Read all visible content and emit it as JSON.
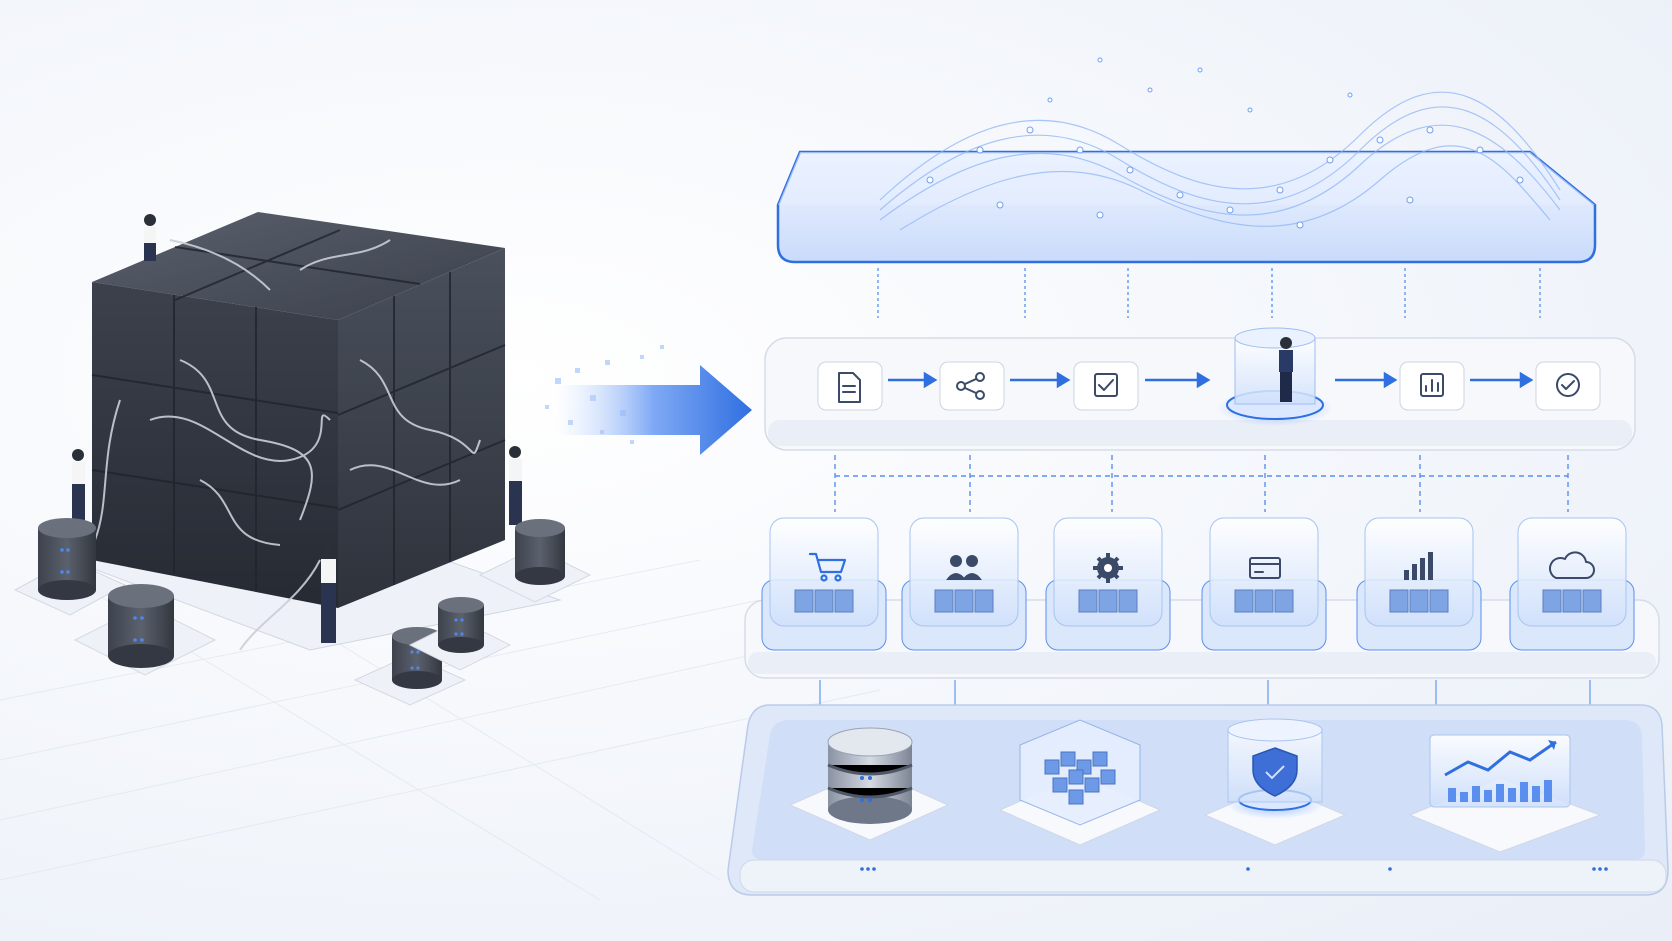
{
  "colors": {
    "accent": "#2f6fe0",
    "accent_light": "#9cc0ff",
    "monolith_dark": "#2f3440",
    "monolith_mid": "#454b58",
    "platform_light": "#f6f8fc"
  },
  "monolith": {
    "workers": 4,
    "databases": 5
  },
  "process_layer": {
    "steps": [
      "document-icon",
      "share-icon",
      "checklist-icon",
      "operator-capsule",
      "chart-report-icon",
      "check-circle-icon"
    ]
  },
  "service_layer": {
    "services": [
      "cart-icon",
      "users-icon",
      "gear-icon",
      "payment-card-icon",
      "bar-chart-icon",
      "cloud-icon"
    ]
  },
  "foundation_layer": {
    "items": [
      "database-icon",
      "cube-cluster-icon",
      "shield-icon",
      "trend-chart-icon"
    ]
  }
}
